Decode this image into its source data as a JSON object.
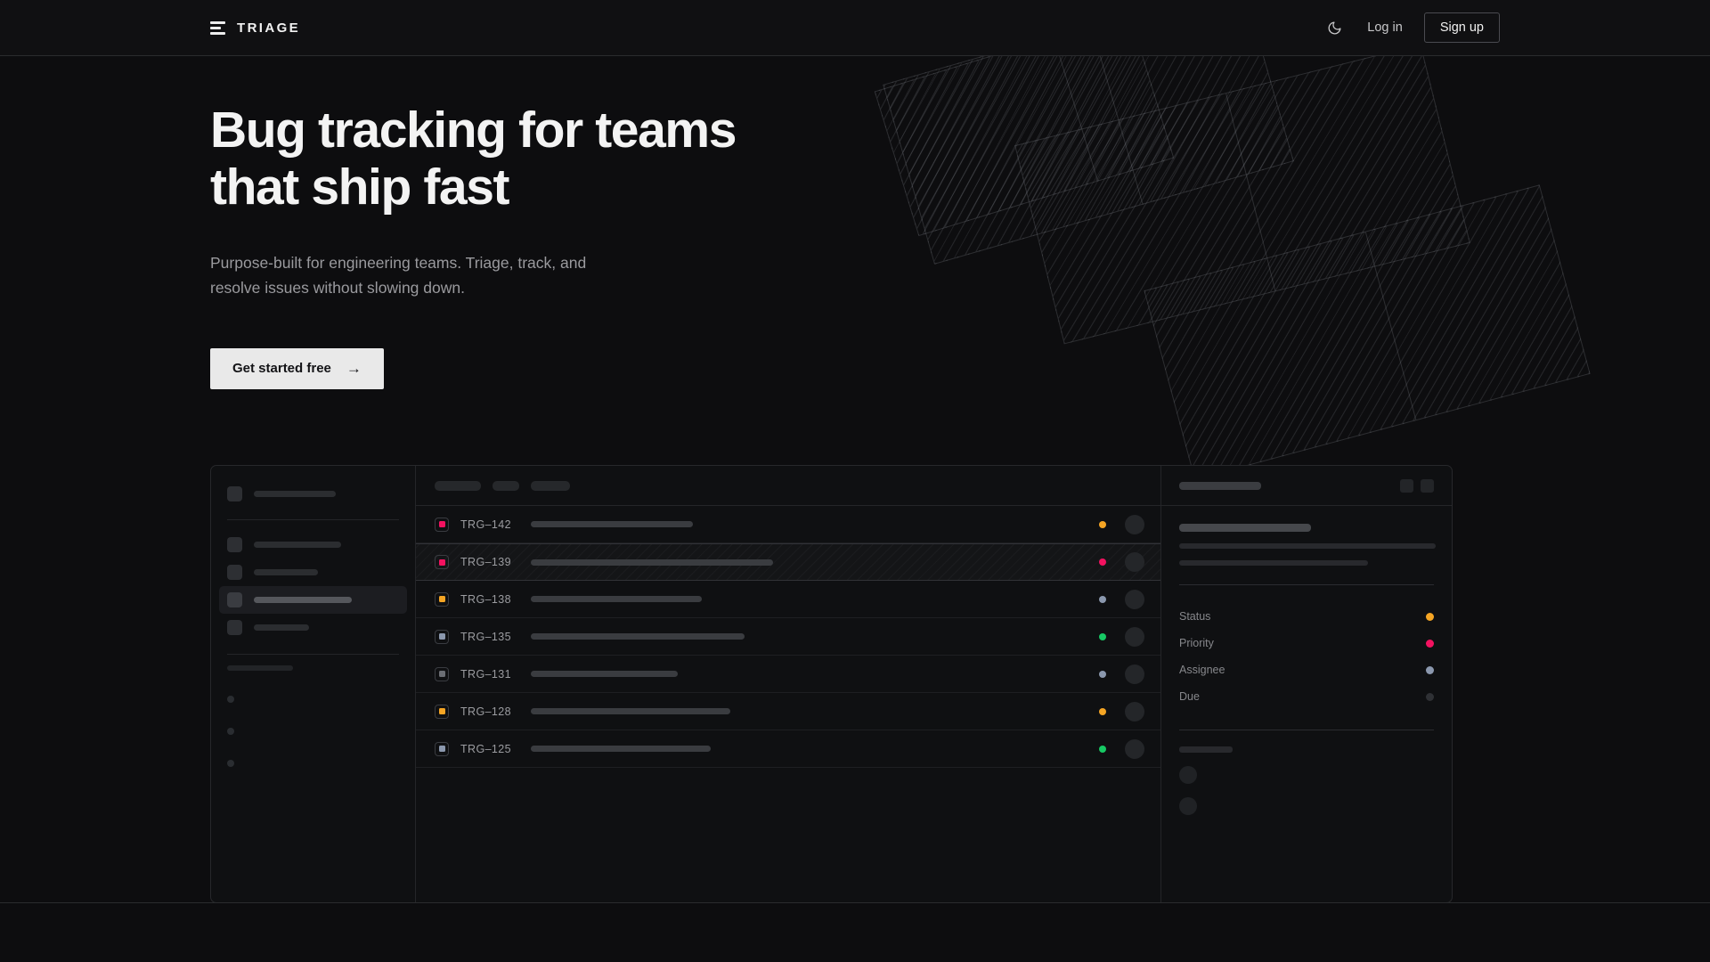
{
  "header": {
    "brand": "TRIAGE",
    "logo_icon": "stacked-bars-logo-icon",
    "theme_toggle_icon": "moon-icon",
    "login_label": "Log in",
    "signup_label": "Sign up"
  },
  "hero": {
    "heading_line1": "Bug tracking for teams",
    "heading_line2": "that ship fast",
    "subheading_line1": "Purpose-built for engineering teams. Triage, track, and",
    "subheading_line2": "resolve issues without slowing down.",
    "cta_label": "Get started free",
    "cta_arrow": "→"
  },
  "colors": {
    "page_bg": "#0d0d0f",
    "header_bg": "#101012",
    "border": "#2a2b2e",
    "text_primary": "#f3f3f3",
    "text_muted": "#9a9a9e",
    "cta_bg": "#e9e9e9",
    "status_orange": "#f5a524",
    "status_pink": "#f31260",
    "status_slate": "#8b98ae",
    "status_green": "#17c964",
    "status_empty": "#2f3135"
  },
  "app_mockup": {
    "sidebar": {
      "workspace_placeholder_width": 92,
      "nav_items": [
        {
          "name": "nav-item-1",
          "width": 98,
          "active": false
        },
        {
          "name": "nav-item-2",
          "width": 72,
          "active": false
        },
        {
          "name": "nav-item-3",
          "width": 110,
          "active": true
        },
        {
          "name": "nav-item-4",
          "width": 62,
          "active": false
        }
      ],
      "section_label_width": 74,
      "sub_items": 3
    },
    "list": {
      "toolbar_chips": [
        52,
        30,
        44
      ],
      "columns": [
        "priority",
        "id",
        "title",
        "status",
        "assignee"
      ],
      "rows": [
        {
          "id": "TRG–142",
          "priority_color": "#f31260",
          "title_width": 182,
          "status_color": "#f5a524",
          "selected": false
        },
        {
          "id": "TRG–139",
          "priority_color": "#f31260",
          "title_width": 272,
          "status_color": "#f31260",
          "selected": true
        },
        {
          "id": "TRG–138",
          "priority_color": "#f5a524",
          "title_width": 192,
          "status_color": "#8b98ae",
          "selected": false
        },
        {
          "id": "TRG–135",
          "priority_color": "#8b98ae",
          "title_width": 240,
          "status_color": "#17c964",
          "selected": false
        },
        {
          "id": "TRG–131",
          "priority_color": "#6b6e74",
          "title_width": 165,
          "status_color": "#8b98ae",
          "selected": false
        },
        {
          "id": "TRG–128",
          "priority_color": "#f5a524",
          "title_width": 224,
          "status_color": "#f5a524",
          "selected": false
        },
        {
          "id": "TRG–125",
          "priority_color": "#8b98ae",
          "title_width": 202,
          "status_color": "#17c964",
          "selected": false
        }
      ]
    },
    "detail": {
      "header_bar_width": 92,
      "header_buttons": [
        "detail-action-1",
        "detail-action-2"
      ],
      "title_placeholder_width": 148,
      "body_lines": [
        288,
        212
      ],
      "meta": [
        {
          "label": "Status",
          "color": "#f5a524"
        },
        {
          "label": "Priority",
          "color": "#f31260"
        },
        {
          "label": "Assignee",
          "color": "#8b98ae"
        },
        {
          "label": "Due",
          "color": "#2f3135"
        }
      ],
      "activity_label_width": 60,
      "activity_avatars": 2
    }
  }
}
